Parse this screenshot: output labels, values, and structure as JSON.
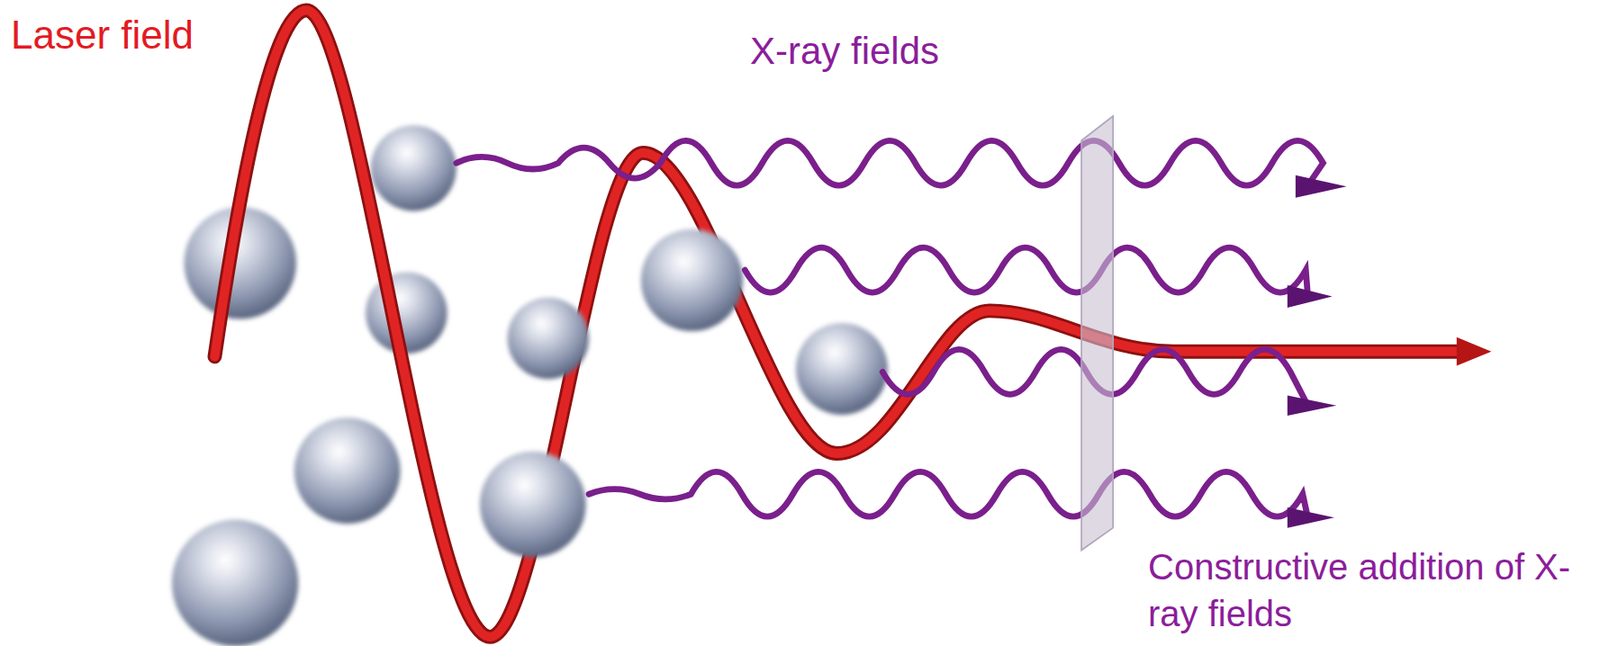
{
  "diagram": {
    "labels": [
      "Laser field",
      "X-ray fields",
      "Constructive addition of X-ray fields"
    ]
  }
}
